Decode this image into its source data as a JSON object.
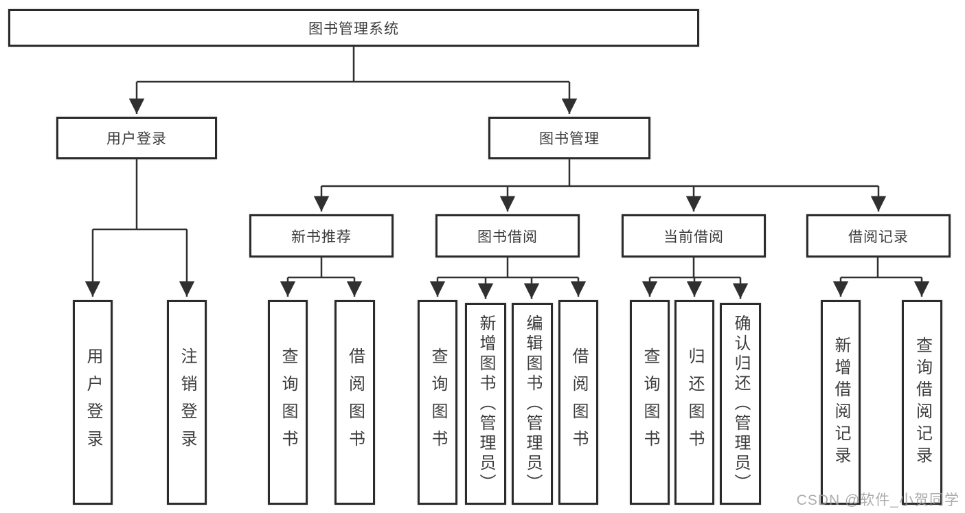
{
  "colors": {
    "line": "#303030",
    "box_border": "#2b2b2b",
    "text": "#3c3c3c",
    "watermark": "#9e9e9e",
    "background": "#ffffff"
  },
  "tree": {
    "root": {
      "label": "图书管理系统"
    },
    "branches": [
      {
        "label": "用户登录",
        "children": [
          {
            "label": "用户登录"
          },
          {
            "label": "注销登录"
          }
        ]
      },
      {
        "label": "图书管理",
        "groups": [
          {
            "label": "新书推荐",
            "children": [
              {
                "label": "查询图书"
              },
              {
                "label": "借阅图书"
              }
            ]
          },
          {
            "label": "图书借阅",
            "children": [
              {
                "label": "查询图书"
              },
              {
                "label": "新增图书（管理员）"
              },
              {
                "label": "编辑图书（管理员）"
              },
              {
                "label": "借阅图书"
              }
            ]
          },
          {
            "label": "当前借阅",
            "children": [
              {
                "label": "查询图书"
              },
              {
                "label": "归还图书"
              },
              {
                "label": "确认归还（管理员）"
              }
            ]
          },
          {
            "label": "借阅记录",
            "children": [
              {
                "label": "新增借阅记录"
              },
              {
                "label": "查询借阅记录"
              }
            ]
          }
        ]
      }
    ]
  },
  "watermark": {
    "text": "CSDN @软件_小贺同学"
  }
}
